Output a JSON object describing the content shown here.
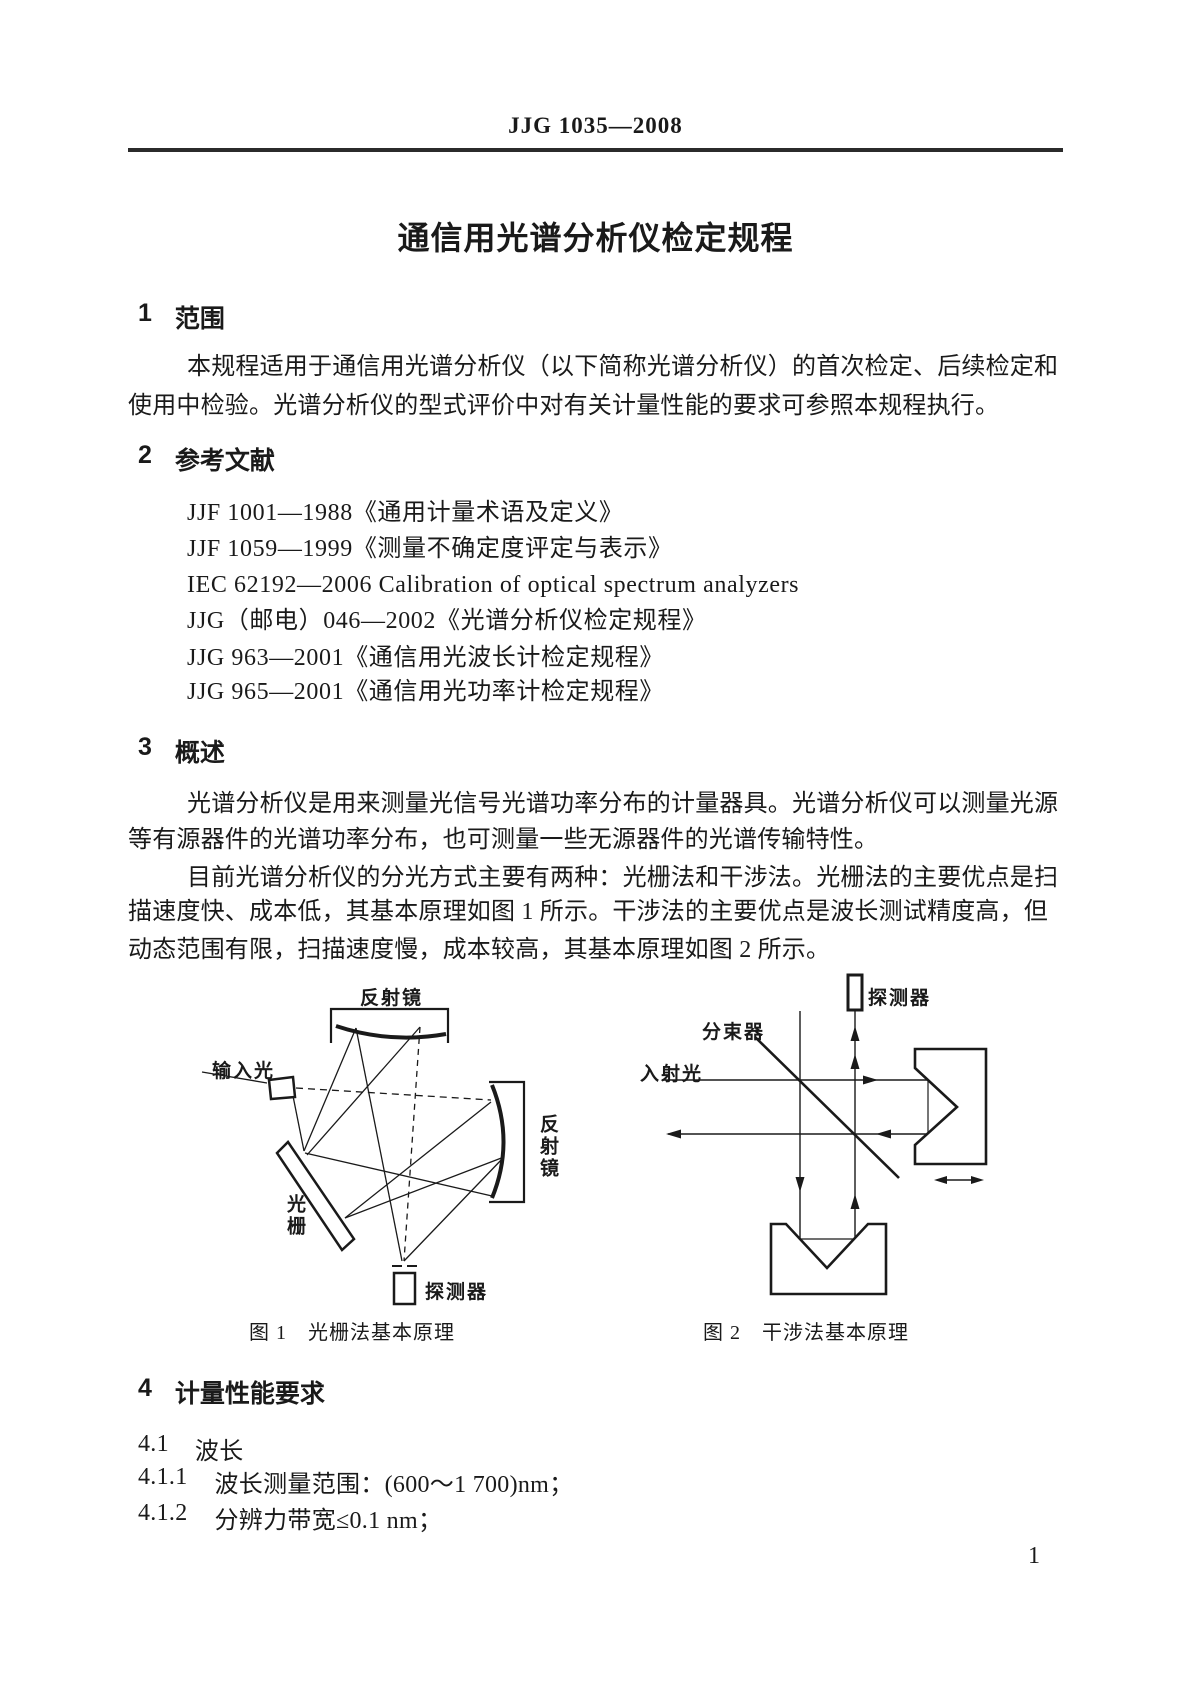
{
  "colors": {
    "ink": "#1a1a1a",
    "paper": "#ffffff"
  },
  "page": {
    "header": "JJG 1035—2008",
    "title": "通信用光谱分析仪检定规程",
    "page_number": "1"
  },
  "sections": {
    "s1": {
      "num": "1",
      "heading": "范围",
      "lines": [
        "本规程适用于通信用光谱分析仪（以下简称光谱分析仪）的首次检定、后续检定和",
        "使用中检验。光谱分析仪的型式评价中对有关计量性能的要求可参照本规程执行。"
      ]
    },
    "s2": {
      "num": "2",
      "heading": "参考文献",
      "refs": [
        "JJF 1001—1988《通用计量术语及定义》",
        "JJF 1059—1999《测量不确定度评定与表示》",
        "IEC 62192—2006   Calibration of optical spectrum analyzers",
        "JJG（邮电）046—2002《光谱分析仪检定规程》",
        "JJG 963—2001《通信用光波长计检定规程》",
        "JJG 965—2001《通信用光功率计检定规程》"
      ]
    },
    "s3": {
      "num": "3",
      "heading": "概述",
      "lines": [
        "光谱分析仪是用来测量光信号光谱功率分布的计量器具。光谱分析仪可以测量光源",
        "等有源器件的光谱功率分布，也可测量一些无源器件的光谱传输特性。",
        "目前光谱分析仪的分光方式主要有两种：光栅法和干涉法。光栅法的主要优点是扫",
        "描速度快、成本低，其基本原理如图 1 所示。干涉法的主要优点是波长测试精度高，但",
        "动态范围有限，扫描速度慢，成本较高，其基本原理如图 2 所示。"
      ]
    },
    "s4": {
      "num": "4",
      "heading": "计量性能要求",
      "s41": {
        "num": "4.1",
        "text": "波长"
      },
      "s411": {
        "num": "4.1.1",
        "text": "波长测量范围：(600～1 700)nm；"
      },
      "s412": {
        "num": "4.1.2",
        "text": "分辨力带宽≤0.1 nm；"
      }
    }
  },
  "figure1": {
    "caption": "图 1　光栅法基本原理",
    "labels": {
      "mirror_top": "反射镜",
      "input_light": "输入光",
      "mirror_right": "反射镜",
      "grating": "光栅",
      "detector": "探测器"
    }
  },
  "figure2": {
    "caption": "图 2　干涉法基本原理",
    "labels": {
      "detector": "探测器",
      "beam_splitter": "分束器",
      "incident_light": "入射光"
    }
  }
}
